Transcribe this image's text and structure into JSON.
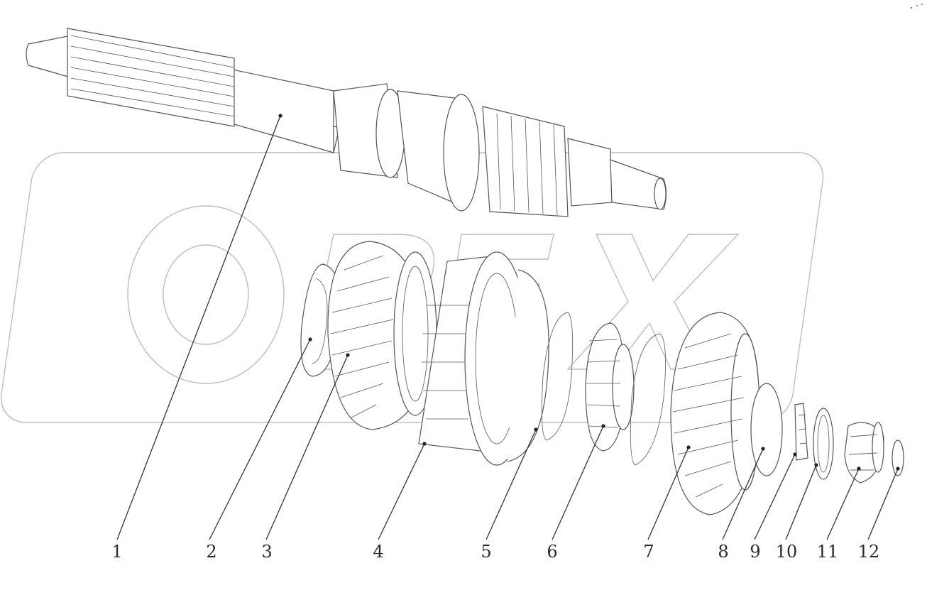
{
  "diagram": {
    "labels": [
      "1",
      "2",
      "3",
      "4",
      "5",
      "6",
      "7",
      "8",
      "9",
      "10",
      "11",
      "12"
    ],
    "watermark_text": "OPEX"
  }
}
